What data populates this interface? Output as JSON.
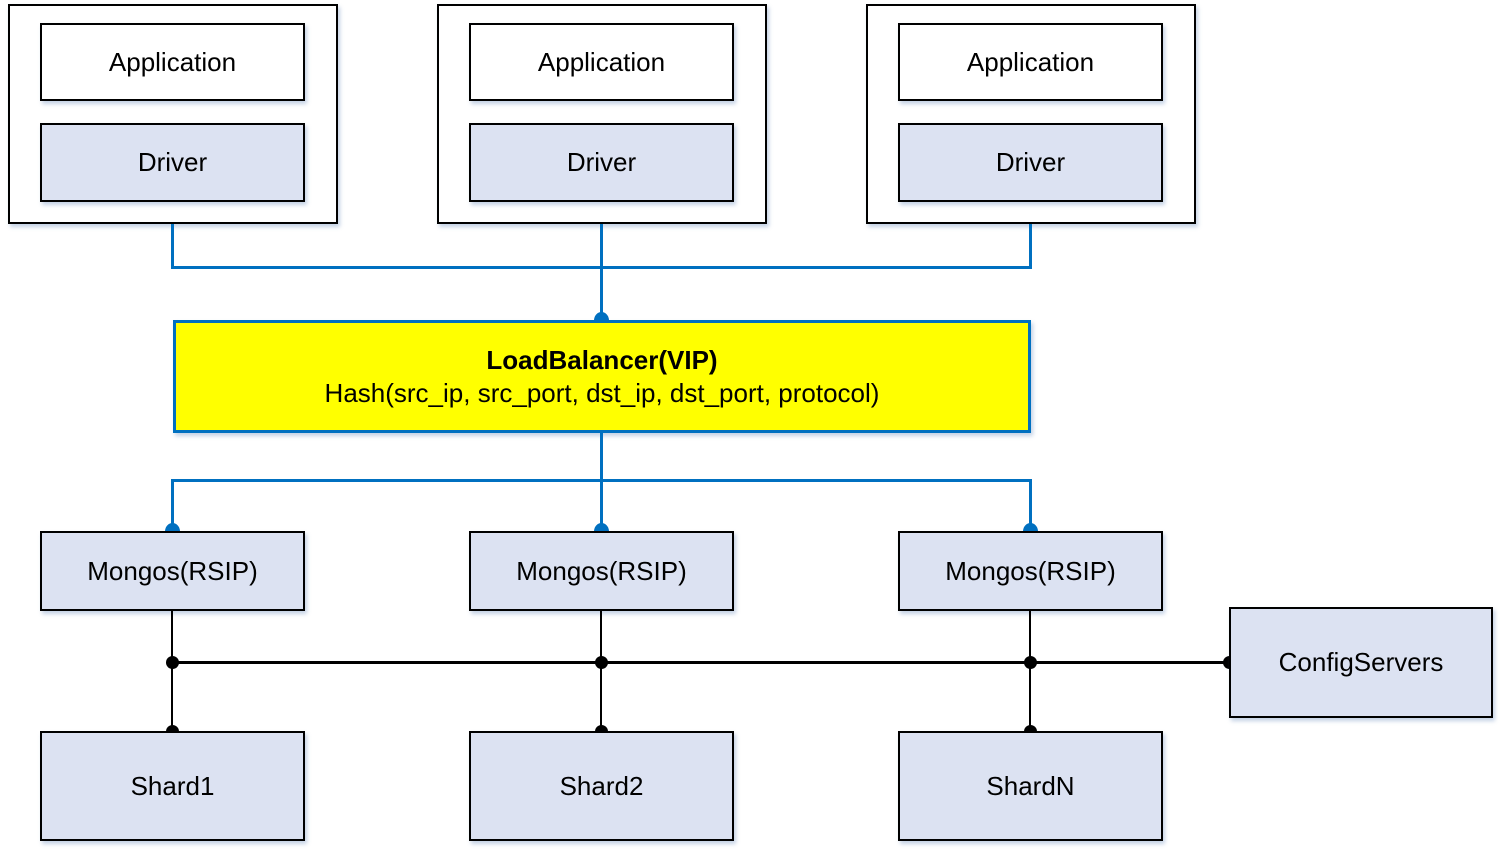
{
  "diagram": {
    "app_stacks": [
      {
        "app_label": "Application",
        "driver_label": "Driver"
      },
      {
        "app_label": "Application",
        "driver_label": "Driver"
      },
      {
        "app_label": "Application",
        "driver_label": "Driver"
      }
    ],
    "load_balancer": {
      "title": "LoadBalancer(VIP)",
      "hash_line": "Hash(src_ip, src_port, dst_ip, dst_port, protocol)"
    },
    "mongos": [
      {
        "label": "Mongos(RSIP)"
      },
      {
        "label": "Mongos(RSIP)"
      },
      {
        "label": "Mongos(RSIP)"
      }
    ],
    "shards": [
      {
        "label": "Shard1"
      },
      {
        "label": "Shard2"
      },
      {
        "label": "ShardN"
      }
    ],
    "config_servers": {
      "label": "ConfigServers"
    },
    "colors": {
      "connector_blue": "#0070C0",
      "connector_black": "#000000",
      "node_fill": "#DCE2F2",
      "load_balancer_fill": "#FFFF00",
      "load_balancer_border": "#0070C0",
      "box_border": "#000000"
    }
  }
}
